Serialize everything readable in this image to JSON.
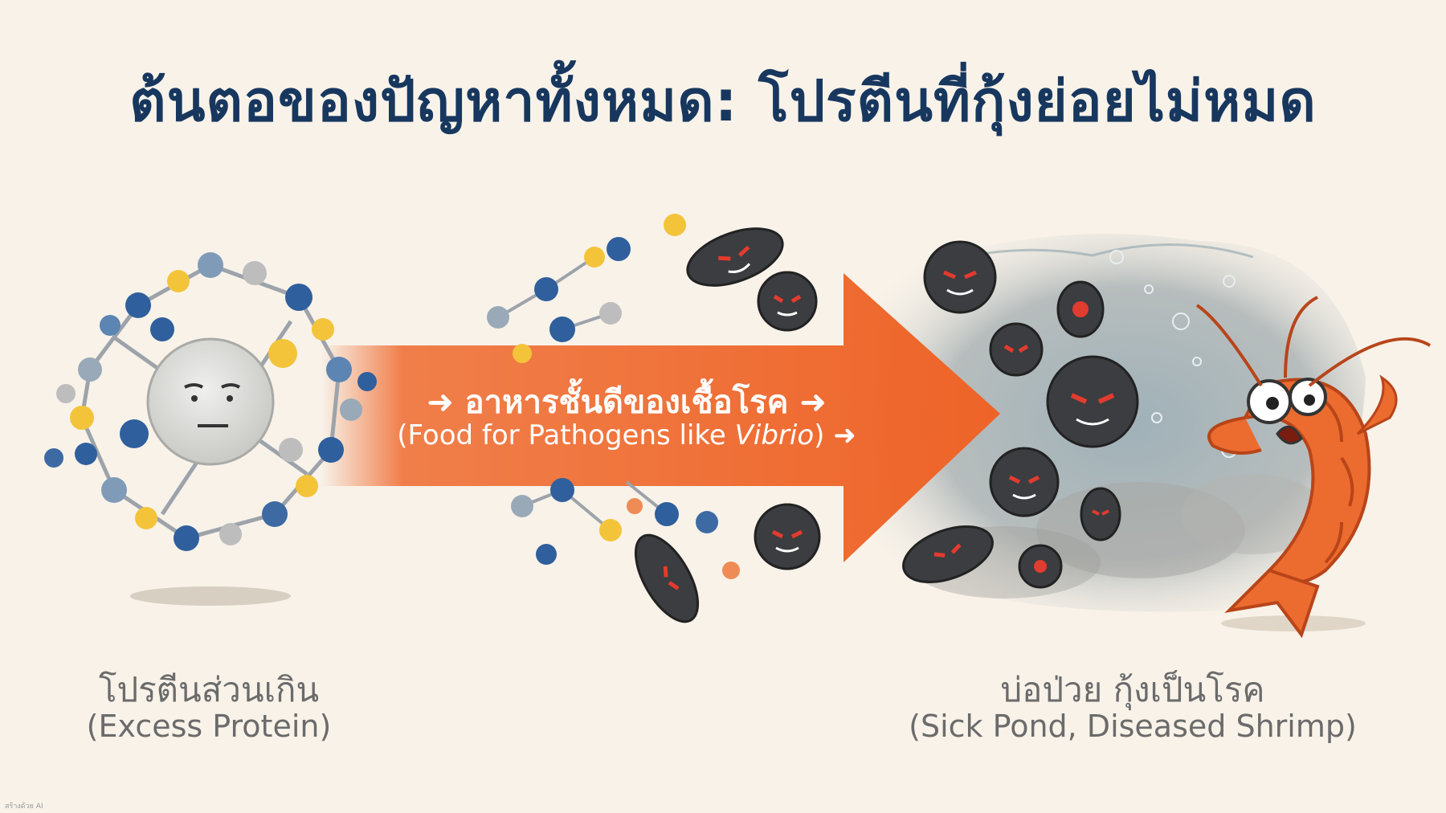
{
  "title": "ต้นตอของปัญหาทั้งหมด: โปรตีนที่กุ้งย่อยไม่หมด",
  "arrow": {
    "line1": "➜ อาหารชั้นดีของเชื้อโรค ➜",
    "line2_prefix": "(Food for Pathogens like ",
    "line2_italic": "Vibrio",
    "line2_suffix": ") ➜"
  },
  "left_caption": {
    "thai": "โปรตีนส่วนเกิน",
    "english": "(Excess Protein)"
  },
  "right_caption": {
    "thai": "บ่อป่วย กุ้งเป็นโรค",
    "english": "(Sick Pond, Diseased Shrimp)"
  },
  "watermark": "สร้างด้วย AI",
  "colors": {
    "background": "#f8f2e9",
    "title": "#17375e",
    "arrow": "#ef6a2e",
    "caption": "#6b6b6b",
    "pathogen": "#3b3d40",
    "shrimp": "#ec6b2f",
    "molecule_blue": "#2f5f9c",
    "molecule_yellow": "#f3c43a"
  },
  "icons": [
    "protein-cluster-icon",
    "pathogen-bacteria-icon",
    "shrimp-icon",
    "pond-water-icon"
  ]
}
